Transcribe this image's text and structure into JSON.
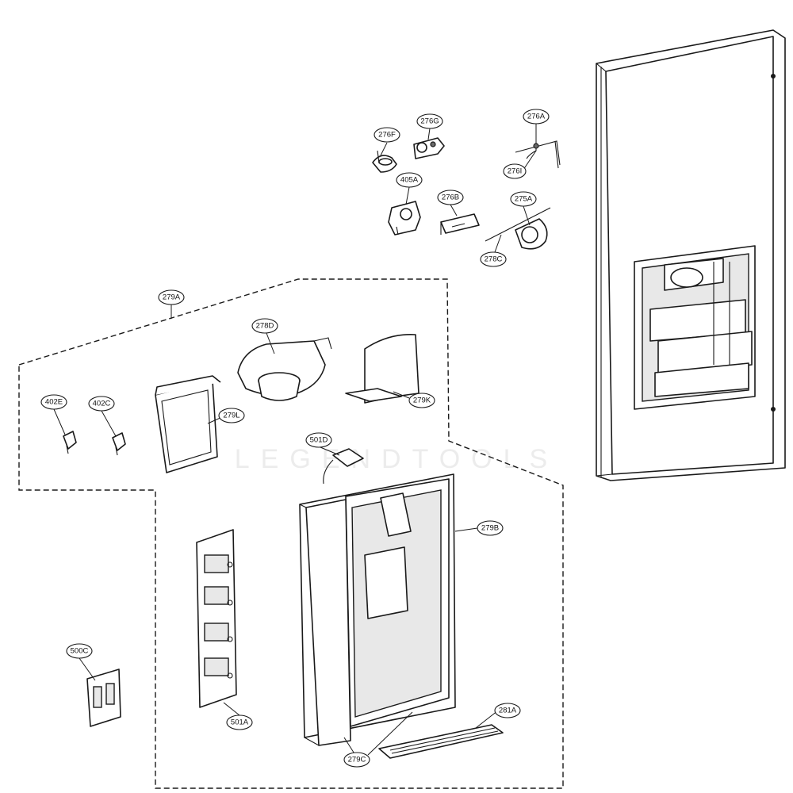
{
  "watermark": "LEGENDTOOLS",
  "callouts": [
    {
      "id": "276F",
      "label": "276F"
    },
    {
      "id": "276G",
      "label": "276G"
    },
    {
      "id": "276A",
      "label": "276A"
    },
    {
      "id": "276I",
      "label": "276I"
    },
    {
      "id": "405A",
      "label": "405A"
    },
    {
      "id": "276B",
      "label": "276B"
    },
    {
      "id": "275A",
      "label": "275A"
    },
    {
      "id": "278C",
      "label": "278C"
    },
    {
      "id": "279A",
      "label": "279A"
    },
    {
      "id": "278D",
      "label": "278D"
    },
    {
      "id": "402E",
      "label": "402E"
    },
    {
      "id": "402C",
      "label": "402C"
    },
    {
      "id": "279L",
      "label": "279L"
    },
    {
      "id": "279K",
      "label": "279K"
    },
    {
      "id": "501D",
      "label": "501D"
    },
    {
      "id": "279B",
      "label": "279B"
    },
    {
      "id": "500C",
      "label": "500C"
    },
    {
      "id": "501A",
      "label": "501A"
    },
    {
      "id": "281A",
      "label": "281A"
    },
    {
      "id": "279C",
      "label": "279C"
    }
  ]
}
